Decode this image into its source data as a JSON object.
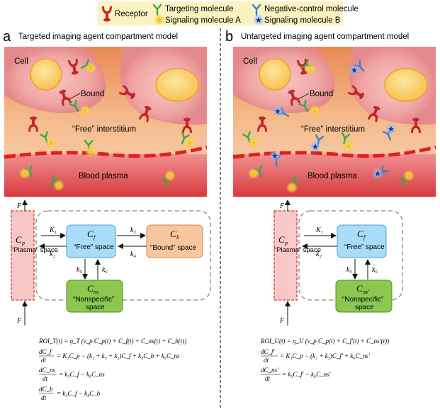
{
  "legend": {
    "receptor": "Receptor",
    "targeting": "Targeting molecule",
    "signal_a": "Signaling molecule A",
    "negative": "Negative-control molecule",
    "signal_b": "Signaling molecule B"
  },
  "panel_a": {
    "letter": "a",
    "title": "Targeted imaging agent compartment model",
    "cell": "Cell",
    "bound": "Bound",
    "free": "“Free” interstitium",
    "plasma": "Blood plasma",
    "cp": "C",
    "cp_sub": "p",
    "cp_label": "“Plasma” space",
    "cf": "C",
    "cf_sub": "f",
    "cf_label": "“Free” space",
    "cb": "C",
    "cb_sub": "b",
    "cb_label": "“Bound” space",
    "cns": "C",
    "cns_sub": "ns",
    "cns_label1": "“Nonspecific”",
    "cns_label2": "space",
    "k1": "K₁",
    "k2": "k₂",
    "k3": "k₃",
    "k4": "k₄",
    "k5": "k₅",
    "k6": "k₆",
    "f_top": "F",
    "f_bottom": "F",
    "eq1": "ROI_T(t) = η_T (v_p C_p(t) + C_f(t) + C_ns(t) + C_b(t))",
    "eq2_num": "dC_f",
    "eq2_den": "dt",
    "eq2_rhs": "= K₁C_p − (k₂ + k₃ + k₅)C_f + k₄C_b + k₆C_ns",
    "eq3_num": "dC_ns",
    "eq3_den": "dt",
    "eq3_rhs": "= k₅C_f − k₆C_ns",
    "eq4_num": "dC_b",
    "eq4_den": "dt",
    "eq4_rhs": "= k₃C_f − k₄C_b"
  },
  "panel_b": {
    "letter": "b",
    "title": "Untargeted imaging agent compartment model",
    "cell": "Cell",
    "bound": "Bound",
    "free": "“Free” interstitium",
    "plasma": "Blood plasma",
    "cp": "C",
    "cp_sub": "p",
    "cp_label": "“Plasma” space",
    "cf": "C",
    "cf_sub": "f′",
    "cf_label": "“Free” space",
    "cns": "C",
    "cns_sub": "ns′",
    "cns_label1": "“Nonspecific”",
    "cns_label2": "space",
    "k1": "K₁",
    "k2": "k₂",
    "k5": "k₅",
    "k6": "k₆",
    "f_top": "F",
    "f_bottom": "F",
    "eq1": "ROI_U(t) = η_U (v_p C_p(t) + C_f′(t) + C_ns′(t))",
    "eq2_num": "dC_f′",
    "eq2_den": "dt",
    "eq2_rhs": "= K₁C_p − (k₂ + k₅)C_f′ + k₆C_ns′",
    "eq3_num": "dC_ns′",
    "eq3_den": "dt",
    "eq3_rhs": "= k₅C_f′ − k₆C_ns′"
  },
  "colors": {
    "legend_bg": "#fbf2c2",
    "receptor": "#c0282a",
    "targeting": "#3aa840",
    "negative": "#3b7fd0",
    "signal_glow": "#f4d23a",
    "signal_b": "#1a3aa0",
    "plasma_box": "#f8c8c8",
    "free_box": "#a9dcf8",
    "bound_box": "#f8c7a0",
    "ns_box": "#8cc850"
  }
}
